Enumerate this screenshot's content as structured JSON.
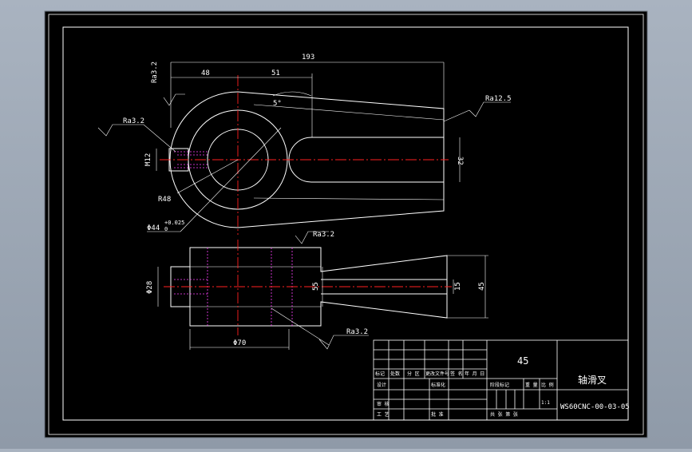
{
  "colors": {
    "background": "#000000",
    "line": "#ffffff",
    "centerline": "#ff2020",
    "hidden": "#ff40ff",
    "window": "#9aa4b2"
  },
  "dimensions": {
    "d193": "193",
    "d48": "48",
    "d51": "51",
    "angle": "5°",
    "ra32_top": "Ra3.2",
    "ra32_left": "Ra3.2",
    "ra125": "Ra12.5",
    "m12": "M12",
    "d32": "32",
    "r48": "R48",
    "phi44": "Φ44",
    "phi44_tol": "+0.025",
    "phi44_tol0": "0",
    "ra32_mid": "Ra3.2",
    "phi28": "Φ28",
    "d55": "55",
    "d15": "15",
    "d45": "45",
    "phi70": "Φ70",
    "ra32_bot": "Ra3.2"
  },
  "title_block": {
    "material": "45",
    "part_name": "轴滑叉",
    "drawing_no": "WS60CNC-00-03-05",
    "scale": "1:1",
    "h_mark": "标记",
    "h_count": "处数",
    "h_zone": "分 区",
    "h_doc": "更改文件号",
    "h_sign": "签 名",
    "h_date": "年 月 日",
    "h_design": "设计",
    "h_standard": "标准化",
    "h_stage": "阶段标记",
    "h_weight": "重 量",
    "h_ratio": "比 例",
    "h_check": "审 核",
    "h_craft": "工 艺",
    "h_approve": "批 准",
    "h_sheets": "共   张   第   张"
  }
}
